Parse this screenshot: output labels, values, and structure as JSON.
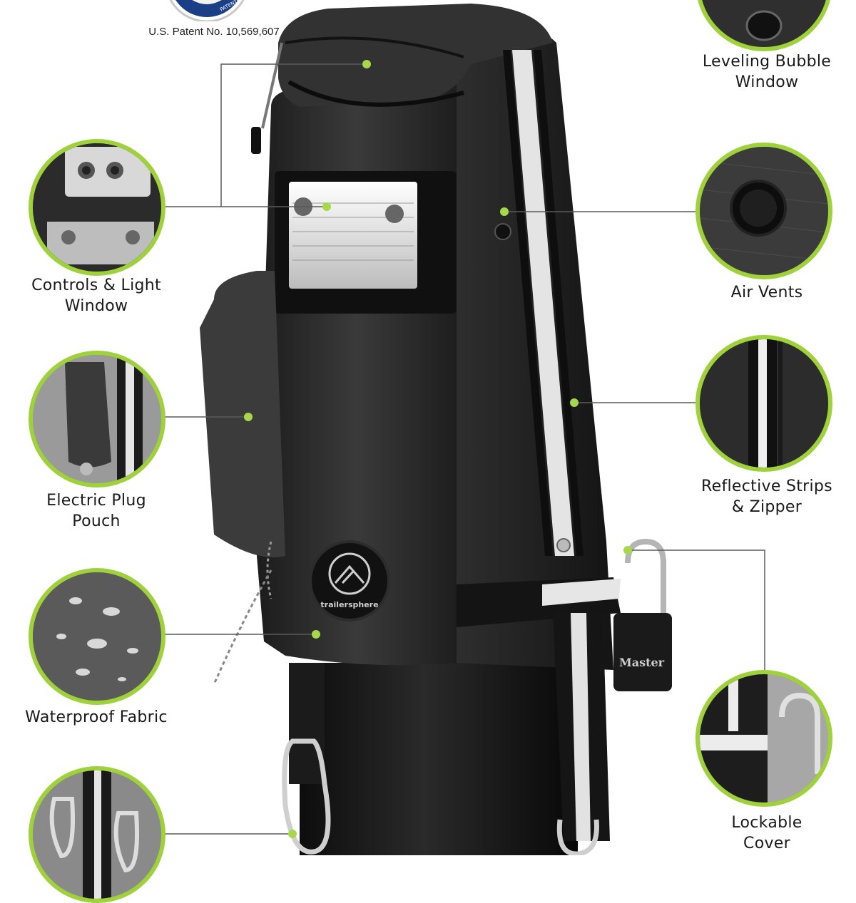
{
  "patent": {
    "seal_text": "PATENTED",
    "number_text": "U.S. Patent No. 10,569,607"
  },
  "brand": {
    "logo_text": "trailersphere",
    "lock_text": "Master"
  },
  "features_left": [
    {
      "icon": "switch-panel",
      "line1": "Controls & Light",
      "line2": "Window"
    },
    {
      "icon": "plug-pouch",
      "line1": "Electric Plug",
      "line2": "Pouch"
    },
    {
      "icon": "water-drops",
      "line1": "Waterproof Fabric",
      "line2": ""
    },
    {
      "icon": "carabiner-straps",
      "line1": "",
      "line2": ""
    }
  ],
  "features_right": [
    {
      "icon": "bubble-level",
      "line1": "Leveling Bubble",
      "line2": "Window"
    },
    {
      "icon": "air-vent",
      "line1": "Air Vents",
      "line2": ""
    },
    {
      "icon": "reflective-strip",
      "line1": "Reflective Strips",
      "line2": "& Zipper"
    },
    {
      "icon": "padlock-strap",
      "line1": "Lockable",
      "line2": "Cover"
    }
  ],
  "colors": {
    "accent": "#9fd13a",
    "dot": "#a6d94a",
    "fabric": "#2b2b2b",
    "reflective": "#e6e6e6"
  }
}
